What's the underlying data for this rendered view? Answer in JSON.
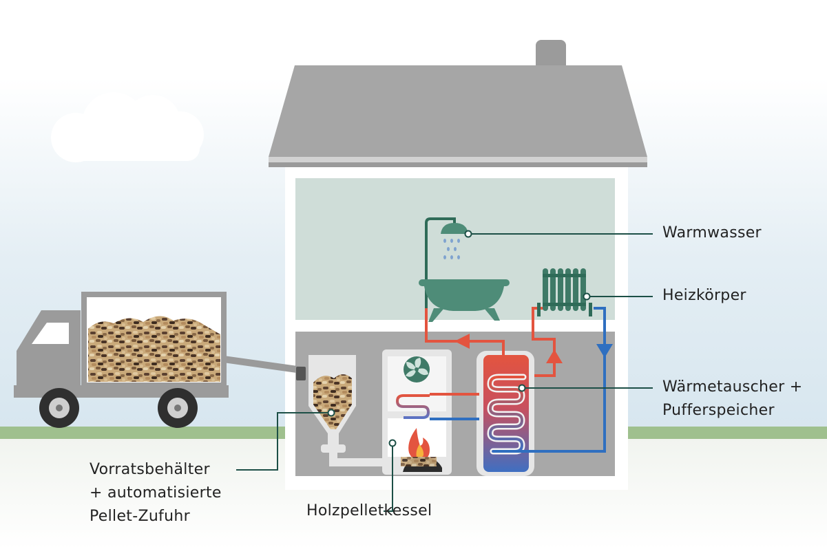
{
  "labels": {
    "warmwasser": "Warmwasser",
    "heizkoerper": "Heizkörper",
    "waermetauscher": [
      "Wärmetauscher +",
      "Pufferspeicher"
    ],
    "vorratsbehaelter": [
      "Vorratsbehälter",
      "+ automatisierte",
      "Pellet-Zufuhr"
    ],
    "holzpelletkessel": "Holzpelletkessel"
  },
  "colors": {
    "hot_pipe": "#e3543f",
    "cold_pipe": "#2f6fc0",
    "fixture_green": "#4e8c78",
    "leader_line": "#1c4f46",
    "house_wall": "#ffffff",
    "roof": "#a6a6a6",
    "upper_room": "#cfddd8",
    "basement": "#a8a8a8",
    "ground": "#9fc08e"
  },
  "icons": [
    "shower-icon",
    "bathtub-icon",
    "radiator-icon",
    "fan-icon",
    "flame-icon",
    "pellets-icon",
    "truck-icon",
    "cloud-icon",
    "arrow-icon"
  ]
}
